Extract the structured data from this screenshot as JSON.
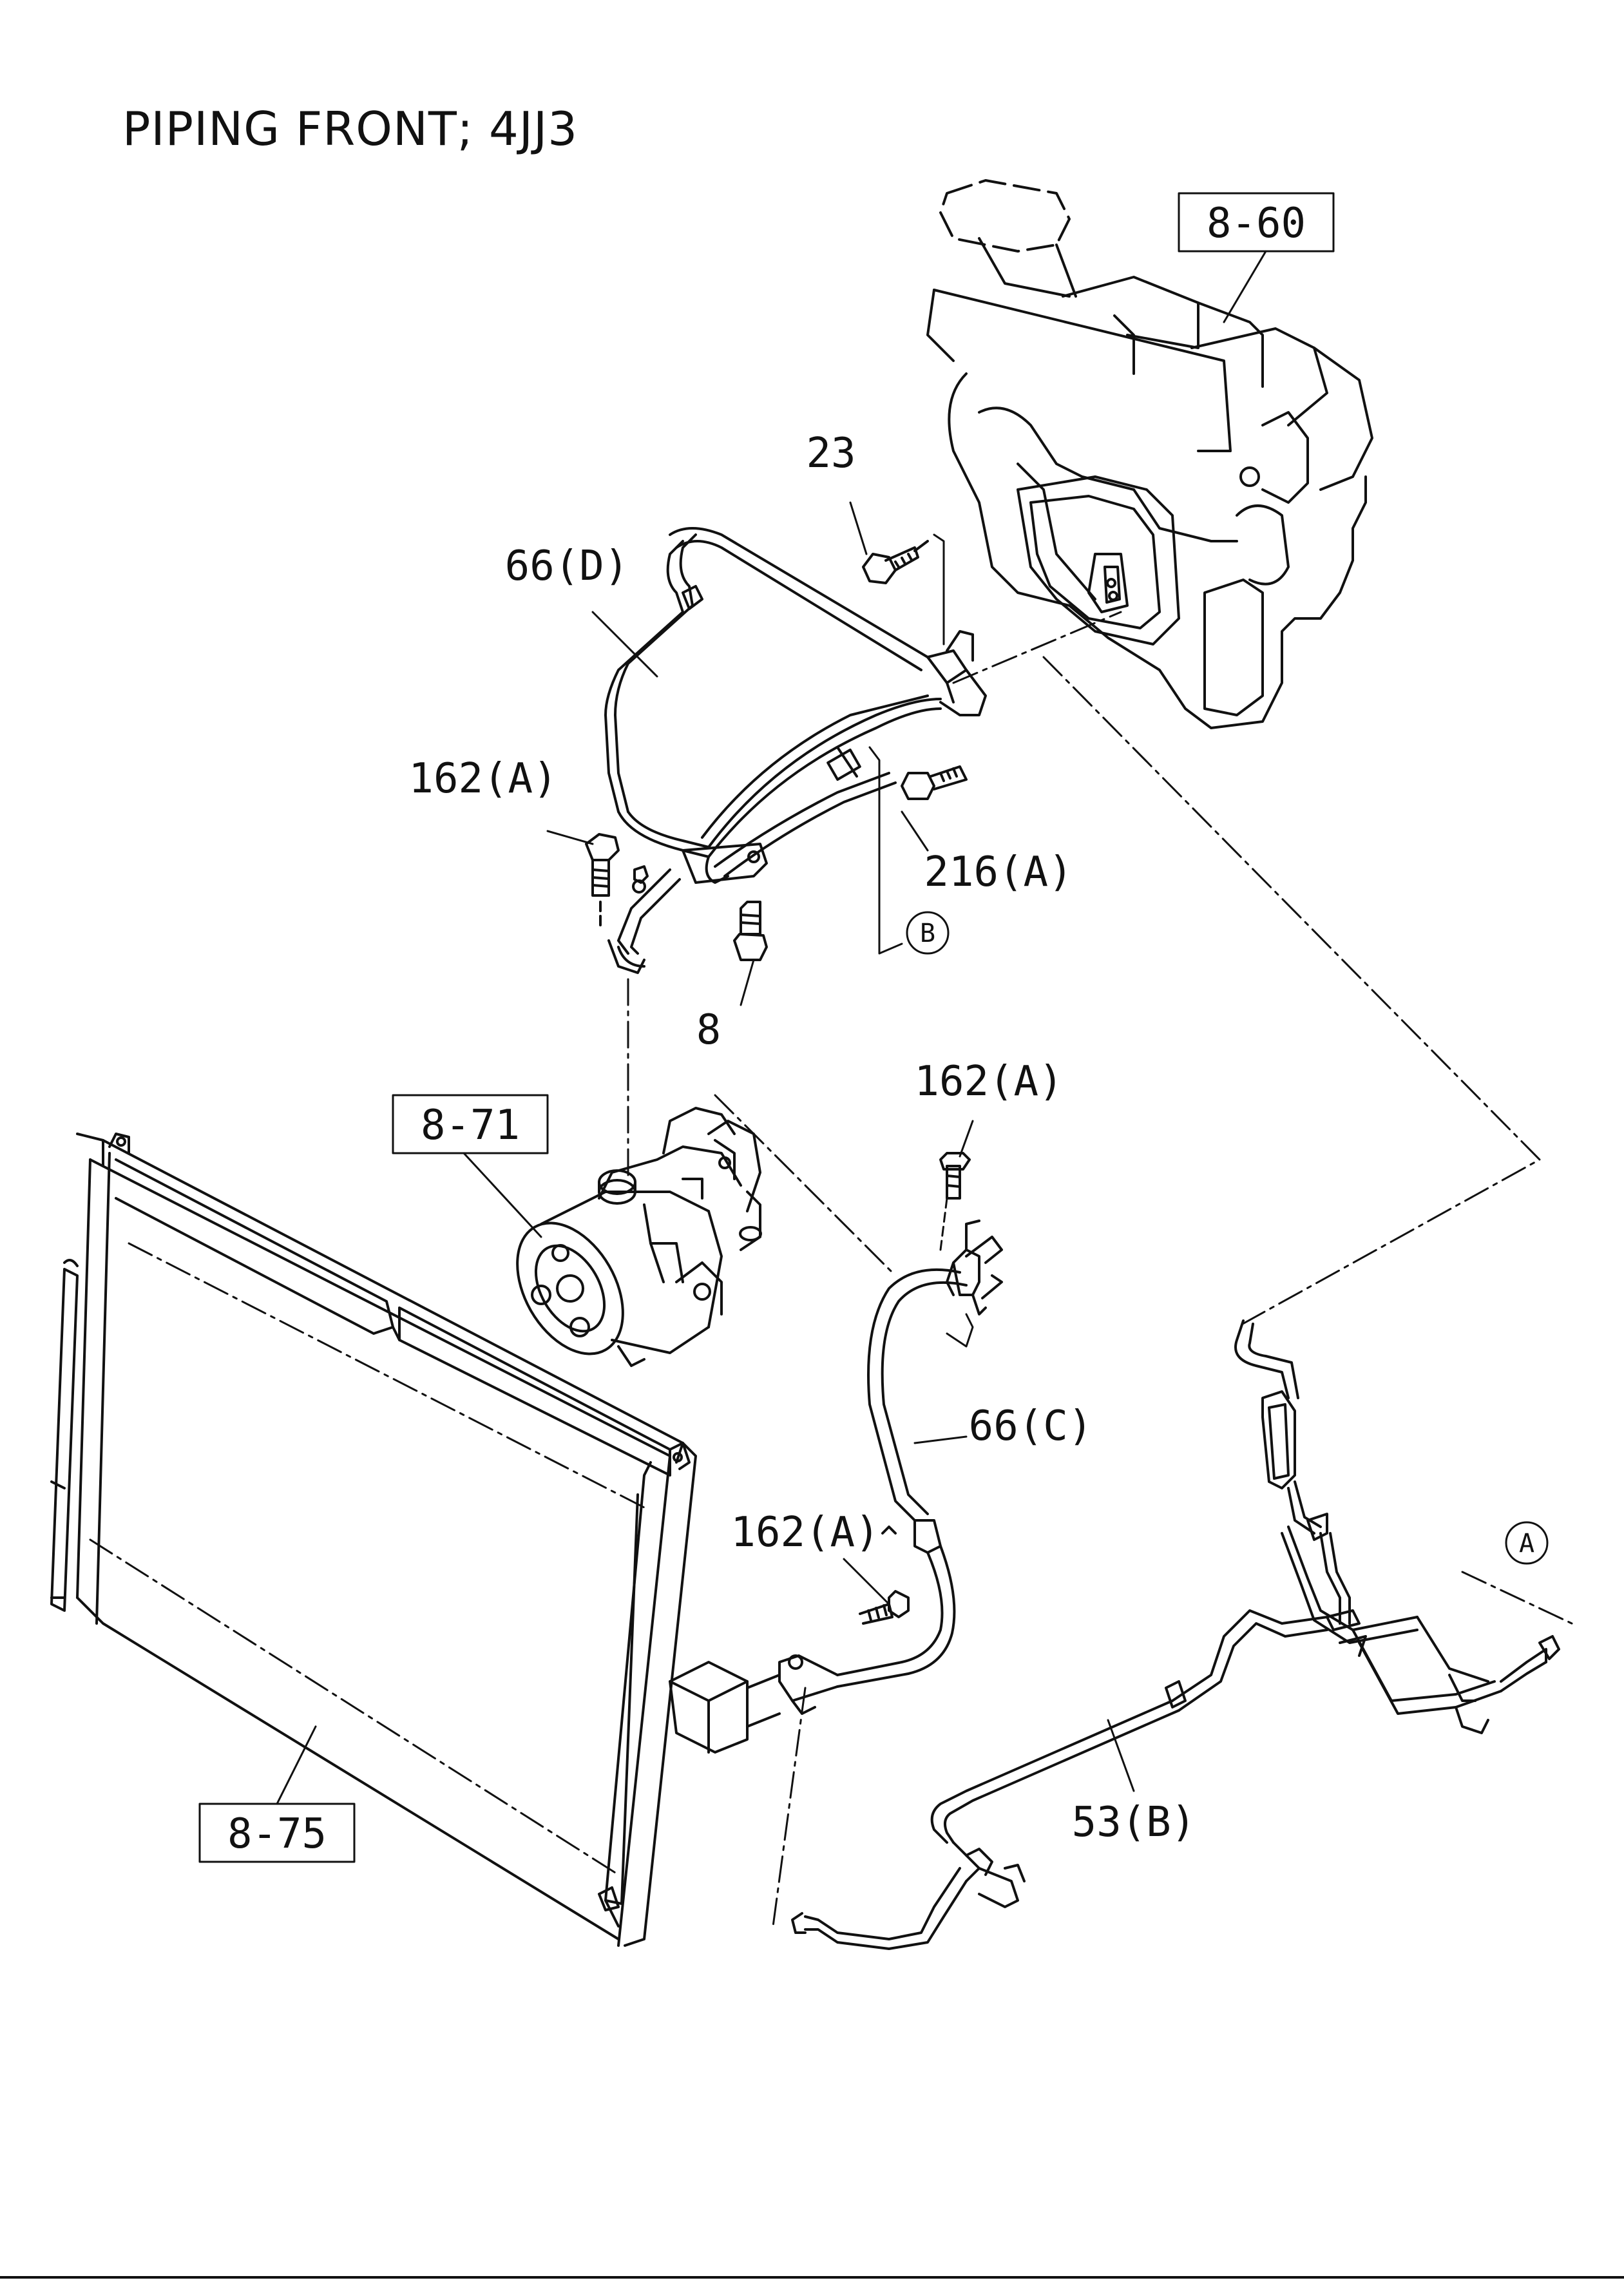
{
  "title": "PIPING FRONT; 4JJ3",
  "callouts": {
    "ref_heater": "8-60",
    "ref_compressor": "8-71",
    "ref_condenser": "8-75",
    "p23": "23",
    "p66d": "66(D)",
    "p162a_left": "162(A)",
    "p216a": "216(A)",
    "pB": "B",
    "p8": "8",
    "p162a_upper": "162(A)",
    "p66c": "66(C)",
    "p162a_lower": "162(A)",
    "pA": "A",
    "p53b": "53(B)"
  }
}
